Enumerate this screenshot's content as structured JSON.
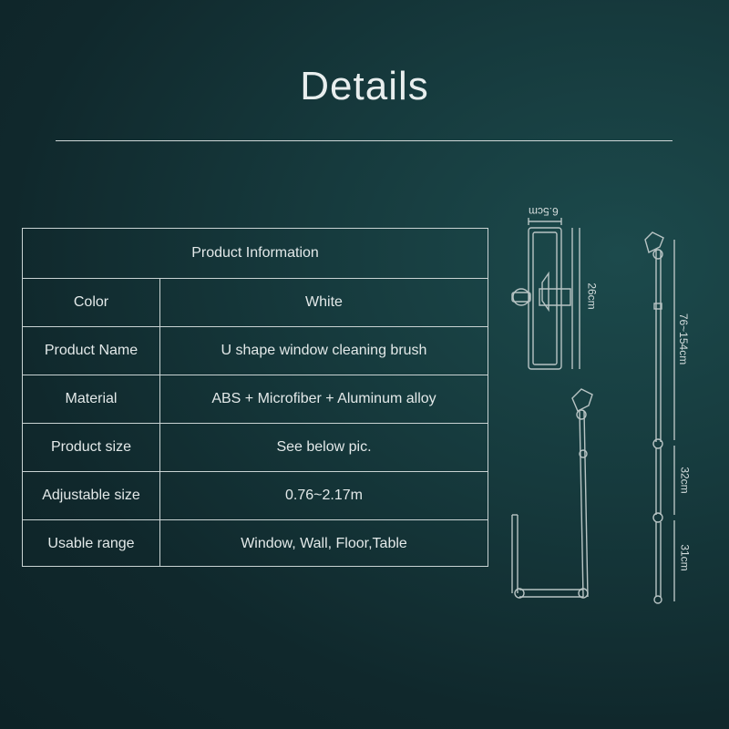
{
  "header": {
    "title": "Details"
  },
  "table": {
    "title": "Product Information",
    "rows": [
      {
        "label": "Color",
        "value": "White"
      },
      {
        "label": "Product Name",
        "value": "U shape window cleaning brush"
      },
      {
        "label": "Material",
        "value": "ABS + Microfiber + Aluminum alloy"
      },
      {
        "label": "Product size",
        "value": "See below pic."
      },
      {
        "label": "Adjustable size",
        "value": "0.76~2.17m"
      },
      {
        "label": "Usable range",
        "value": "Window, Wall, Floor,Table"
      }
    ]
  },
  "diagram": {
    "dim_width": "6.5cm",
    "dim_height": "26cm",
    "dim_pole": "76~154cm",
    "dim_seg1": "32cm",
    "dim_seg2": "31cm"
  },
  "colors": {
    "background": "#163a3d",
    "line": "#c9d3d3",
    "text": "#e3e9e9"
  }
}
